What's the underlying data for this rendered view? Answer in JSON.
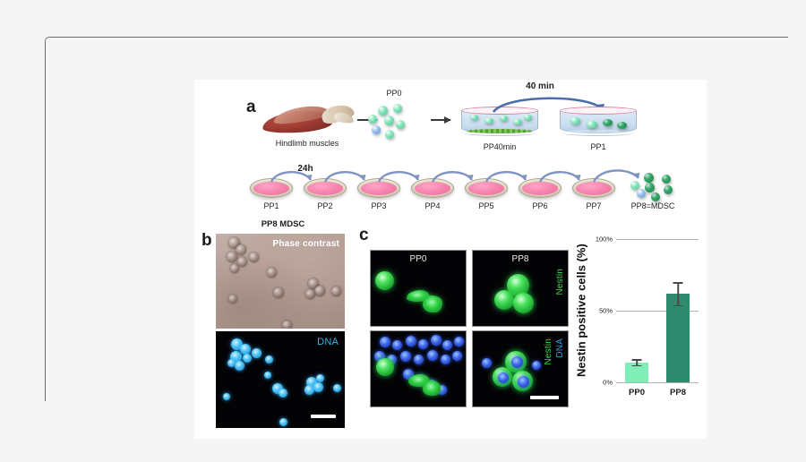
{
  "figure": {
    "panel_a": {
      "letter": "a",
      "muscle_label": "Hindlimb muscles",
      "pp0_label": "PP0",
      "dish_pp40_label": "PP40min",
      "dish_pp1_label": "PP1",
      "time_40min": "40 min",
      "time_24h": "24h",
      "series_labels": [
        "PP1",
        "PP2",
        "PP3",
        "PP4",
        "PP5",
        "PP6",
        "PP7",
        "PP8=MDSC"
      ]
    },
    "panel_b": {
      "letter": "b",
      "title": "PP8 MDSC",
      "phase_tag": "Phase contrast",
      "dna_tag": "DNA",
      "phase_tag_color": "#ffffff",
      "dna_tag_color": "#39b4e6"
    },
    "panel_c": {
      "letter": "c",
      "column_titles": [
        "PP0",
        "PP8"
      ],
      "nestin_tag": "Nestin",
      "dna_tag": "DNA",
      "nestin_color": "#3bd94b",
      "dna_color": "#2f9fe0"
    }
  },
  "chart_data": {
    "type": "bar",
    "title": "",
    "xlabel": "",
    "ylabel": "Nestin positive cells (%)",
    "categories": [
      "PP0",
      "PP8"
    ],
    "values": [
      14,
      62
    ],
    "errors": [
      2,
      8
    ],
    "bar_colors": [
      "#7fefb8",
      "#2e8b6e"
    ],
    "ylim": [
      0,
      100
    ],
    "yticks": [
      0,
      50,
      100
    ],
    "ytick_labels": [
      "0%",
      "50%",
      "100%"
    ],
    "grid": true,
    "legend": "none"
  }
}
